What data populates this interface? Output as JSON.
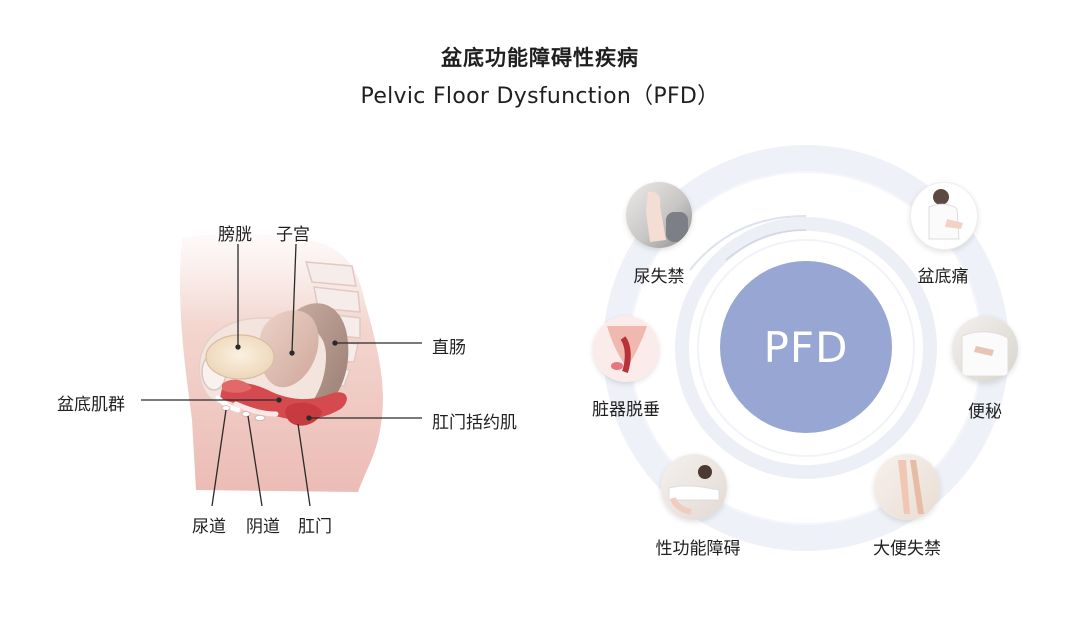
{
  "title": {
    "zh": "盆底功能障碍性疾病",
    "en": "Pelvic Floor Dysfunction（PFD）"
  },
  "anatomy": {
    "labels": {
      "bladder": "膀胱",
      "uterus": "子宫",
      "rectum": "直肠",
      "pelvic_floor_muscles": "盆底肌群",
      "anal_sphincter": "肛门括约肌",
      "urethra": "尿道",
      "vagina": "阴道",
      "anus": "肛门"
    }
  },
  "pfd": {
    "center": "PFD",
    "conditions": {
      "urinary_incontinence": "尿失禁",
      "pelvic_pain": "盆底痛",
      "organ_prolapse": "脏器脱垂",
      "constipation": "便秘",
      "sexual_dysfunction": "性功能障碍",
      "fecal_incontinence": "大便失禁"
    }
  },
  "colors": {
    "core": "#97a6d2",
    "muscle": "#d2464b",
    "skin": "#f3d2cb"
  }
}
